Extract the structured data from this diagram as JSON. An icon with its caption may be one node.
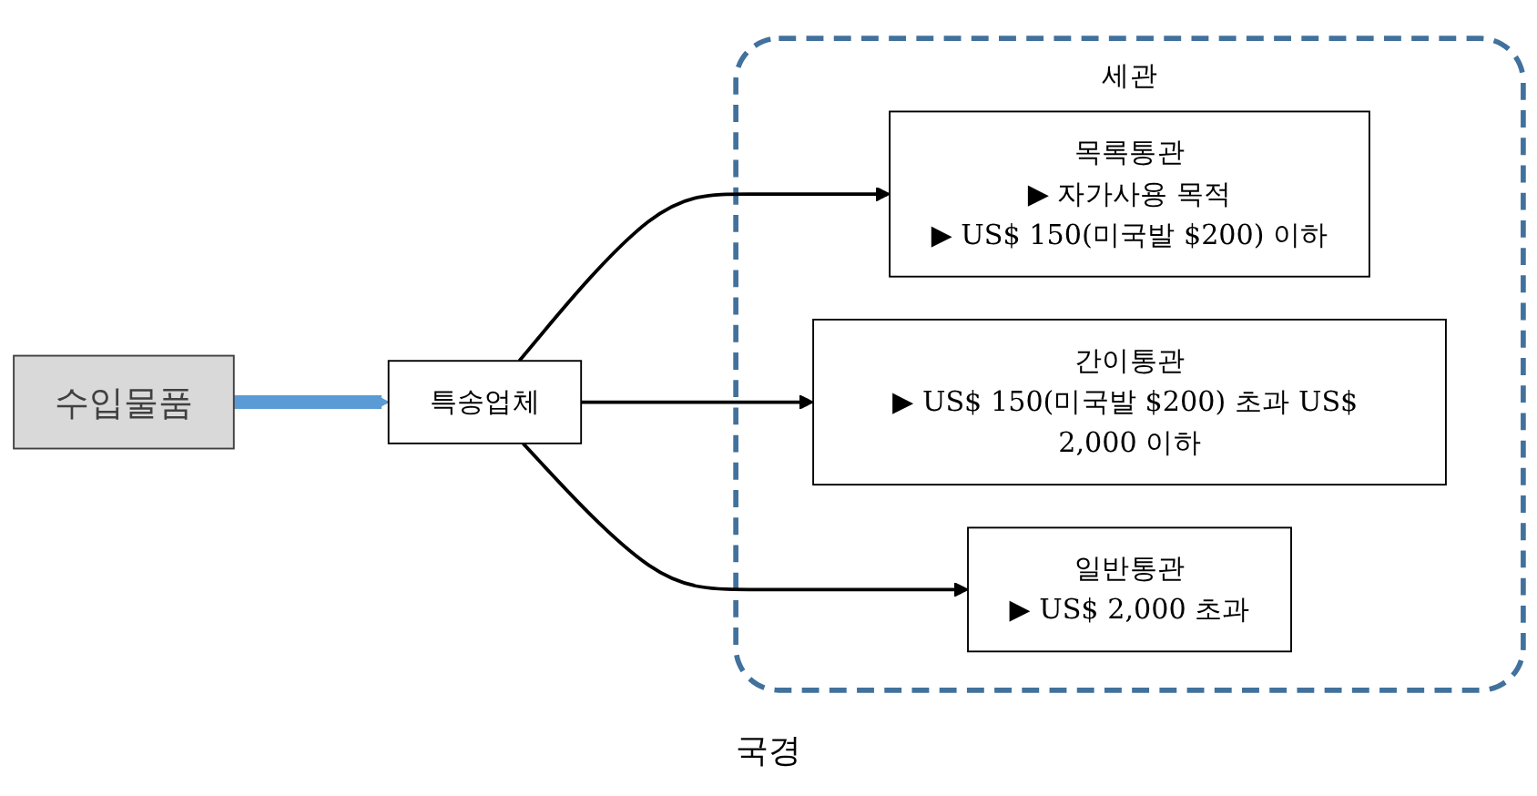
{
  "diagram": {
    "nodes": [
      {
        "text": [
          "수입물품"
        ]
      },
      {
        "text": [
          "특송업체"
        ]
      },
      {
        "text": [
          "세관"
        ]
      },
      {
        "text": [
          "목록통관",
          "▶ 자가사용 목적",
          "▶ US$ 150(미국발 $200) 이하"
        ],
        "in": 2
      },
      {
        "text": [
          "간이통관",
          "▶ US$ 150(미국발 $200) 초과 US$ 2,000 이하"
        ],
        "in": 2
      },
      {
        "text": [
          "일반통관",
          "▶ US$ 2,000 초과"
        ],
        "in": 2
      }
    ],
    "edges": [
      {
        "from": 0,
        "to": 1,
        "arrow": "to",
        "style": "thick",
        "color": "#5b9bd5"
      },
      {
        "from": 1,
        "to": 3,
        "arrow": "to"
      },
      {
        "from": 1,
        "to": 4,
        "arrow": "to"
      },
      {
        "from": 1,
        "to": 5,
        "arrow": "to"
      }
    ],
    "labels": [
      "국경"
    ]
  }
}
